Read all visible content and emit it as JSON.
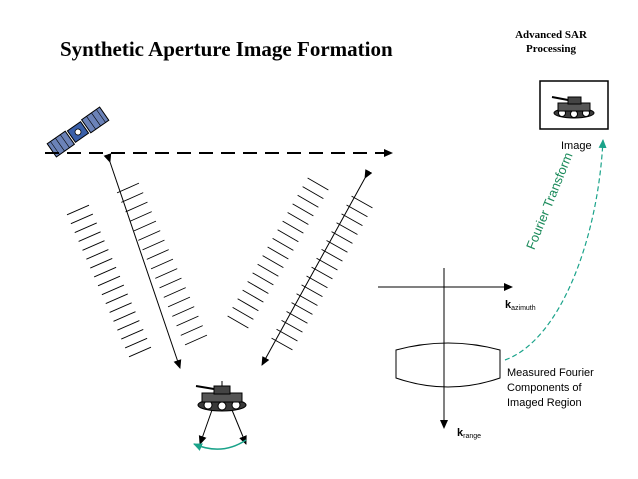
{
  "title": "Synthetic Aperture Image Formation",
  "corner": {
    "line1": "Advanced SAR",
    "line2": "Processing"
  },
  "image_label": "Image",
  "fourier_label": "Fourier Transform",
  "measured": {
    "line1": "Measured Fourier",
    "line2": "Components of",
    "line3": "Imaged Region"
  },
  "k_azimuth": {
    "main": "k",
    "sub": "azimuth"
  },
  "k_range": {
    "main": "k",
    "sub": "range"
  },
  "colors": {
    "ink": "#000000",
    "transform_arrow": "#1aa38a",
    "satellite_body": "#3a5fa8",
    "panel": "#6b82b8"
  }
}
